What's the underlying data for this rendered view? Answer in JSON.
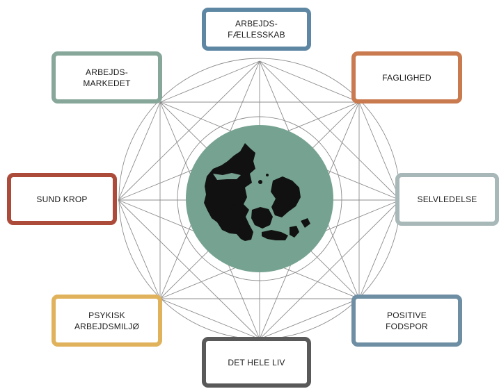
{
  "colors": {
    "globe_fill": "#76a391",
    "land_fill": "#111111",
    "line_color": "#8c8c8c"
  },
  "center": {
    "icon": "denmark-map-icon"
  },
  "nodes": [
    {
      "id": "arbejdsfaellesskab",
      "label": "ARBEJDS-\nFÆLLESSKAB",
      "color": "#5e87a3"
    },
    {
      "id": "faglighed",
      "label": "FAGLIGHED",
      "color": "#c97a4f"
    },
    {
      "id": "selvledelse",
      "label": "SELVLEDELSE",
      "color": "#a8b7b8"
    },
    {
      "id": "positive-fodspor",
      "label": "POSITIVE\nFODSPOR",
      "color": "#6e8ea3"
    },
    {
      "id": "det-hele-liv",
      "label": "DET HELE LIV",
      "color": "#595959"
    },
    {
      "id": "psykisk-arbejdsmiljo",
      "label": "PSYKISK\nARBEJDSMILJØ",
      "color": "#e0b25c"
    },
    {
      "id": "sund-krop",
      "label": "SUND KROP",
      "color": "#ad4b3a"
    },
    {
      "id": "arbejdsmarkedet",
      "label": "ARBEJDS-\nMARKEDET",
      "color": "#86a79a"
    }
  ]
}
